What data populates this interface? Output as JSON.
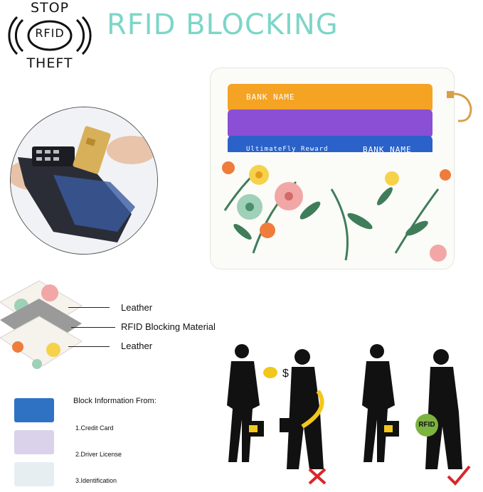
{
  "badge": {
    "top": "STOP",
    "center": "RFID",
    "bottom": "THEFT"
  },
  "title": "RFID BLOCKING",
  "wallet": {
    "cards": [
      {
        "label": "BANK NAME",
        "color": "#f5a323"
      },
      {
        "label": "",
        "color": "#8a4fd4"
      },
      {
        "label": "UltimateFly Reward",
        "label2": "BANK NAME",
        "color": "#2a62c9"
      }
    ]
  },
  "layers": {
    "top": "Leather",
    "middle": "RFID Blocking Material",
    "bottom": "Leather"
  },
  "block": {
    "heading": "Block Information From:",
    "items": [
      "1.Credit Card",
      "2.Driver License",
      "3.Identification"
    ]
  },
  "scenes": {
    "unprotected_symbol": "$",
    "protected_chip": "RFID",
    "colors": {
      "accent": "#f2c71b",
      "bad": "#d9262b",
      "good": "#d9262b"
    }
  }
}
